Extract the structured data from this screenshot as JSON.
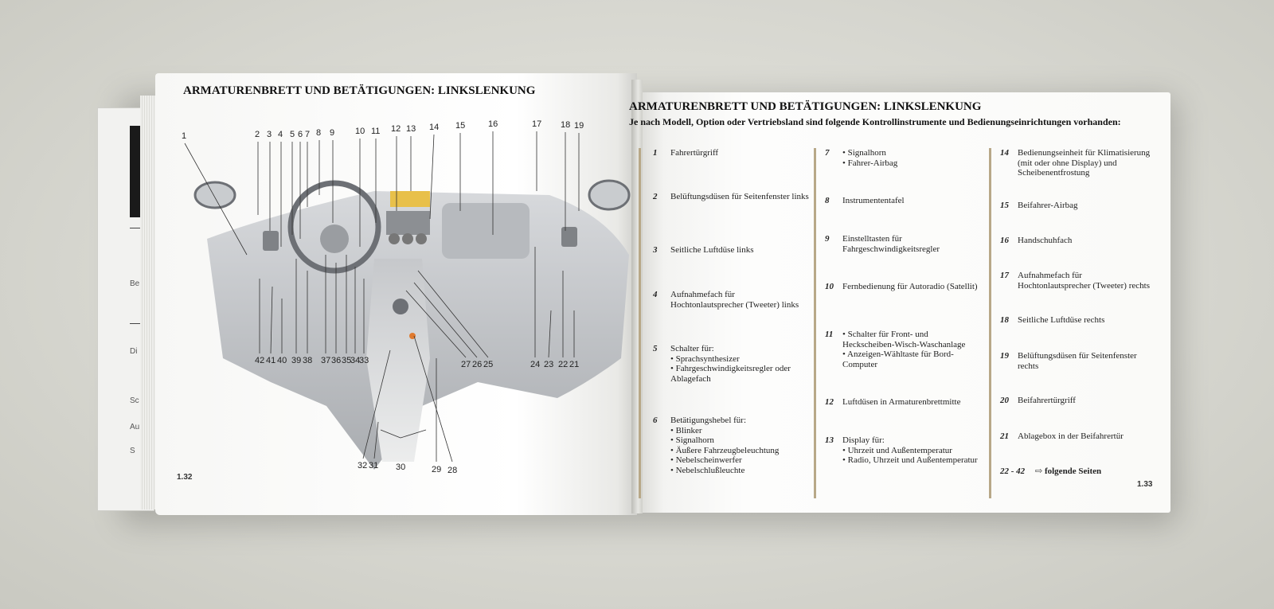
{
  "left_page": {
    "heading": "ARMATURENBRETT UND BETÄTIGUNGEN: LINKSLENKUNG",
    "page_number": "1.32",
    "top_callouts": [
      "1",
      "2",
      "3",
      "4",
      "5",
      "6",
      "7",
      "8",
      "9",
      "10",
      "11",
      "12",
      "13",
      "14",
      "15",
      "16",
      "17",
      "18",
      "19"
    ],
    "bottom_callouts": [
      "42",
      "41",
      "40",
      "39",
      "38",
      "37",
      "36",
      "35",
      "34",
      "33",
      "27",
      "26",
      "25",
      "24",
      "23",
      "22",
      "21"
    ],
    "lower_callouts": [
      "32",
      "31",
      "30",
      "29",
      "28"
    ]
  },
  "right_page": {
    "heading": "ARMATURENBRETT UND BETÄTIGUNGEN: LINKSLENKUNG",
    "subheading": "Je nach Modell, Option oder Vertriebsland sind folgende Kontrollinstrumente und Bedienungseinrichtungen vorhanden:",
    "page_number": "1.33",
    "column1": [
      {
        "num": "1",
        "lines": [
          "Fahrertürgriff"
        ]
      },
      {
        "num": "2",
        "lines": [
          "Belüftungsdüsen für Seitenfenster links"
        ]
      },
      {
        "num": "3",
        "lines": [
          "Seitliche Luftdüse links"
        ]
      },
      {
        "num": "4",
        "lines": [
          "Aufnahmefach für Hochtonlautsprecher (Tweeter) links"
        ]
      },
      {
        "num": "5",
        "lines": [
          "Schalter für:",
          "• Sprachsynthesizer",
          "• Fahrgeschwindigkeitsregler oder Ablagefach"
        ]
      },
      {
        "num": "6",
        "lines": [
          "Betätigungshebel für:",
          "• Blinker",
          "• Signalhorn",
          "• Äußere Fahrzeugbeleuchtung",
          "• Nebelscheinwerfer",
          "• Nebelschlußleuchte"
        ]
      }
    ],
    "column2": [
      {
        "num": "7",
        "lines": [
          "• Signalhorn",
          "• Fahrer-Airbag"
        ]
      },
      {
        "num": "8",
        "lines": [
          "Instrumententafel"
        ]
      },
      {
        "num": "9",
        "lines": [
          "Einstelltasten für Fahrgeschwindigkeitsregler"
        ]
      },
      {
        "num": "10",
        "lines": [
          "Fernbedienung für Autoradio (Satellit)"
        ]
      },
      {
        "num": "11",
        "lines": [
          "• Schalter für Front- und Heckscheiben-Wisch-Waschanlage",
          "• Anzeigen-Wähltaste für Bord-Computer"
        ]
      },
      {
        "num": "12",
        "lines": [
          "Luftdüsen in Armaturenbrettmitte"
        ]
      },
      {
        "num": "13",
        "lines": [
          "Display für:",
          "• Uhrzeit und Außentemperatur",
          "• Radio, Uhrzeit und Außentemperatur"
        ]
      }
    ],
    "column3": [
      {
        "num": "14",
        "lines": [
          "Bedienungseinheit für Klimatisierung (mit oder ohne Display) und Scheibenentfrostung"
        ]
      },
      {
        "num": "15",
        "lines": [
          "Beifahrer-Airbag"
        ]
      },
      {
        "num": "16",
        "lines": [
          "Handschuhfach"
        ]
      },
      {
        "num": "17",
        "lines": [
          "Aufnahmefach für Hochtonlautsprecher (Tweeter) rechts"
        ]
      },
      {
        "num": "18",
        "lines": [
          "Seitliche Luftdüse rechts"
        ]
      },
      {
        "num": "19",
        "lines": [
          "Belüftungsdüsen für Seitenfenster rechts"
        ]
      },
      {
        "num": "20",
        "lines": [
          "Beifahrertürgriff"
        ]
      },
      {
        "num": "21",
        "lines": [
          "Ablagebox in der Beifahrertür"
        ]
      },
      {
        "num": "22 - 42",
        "lines": [
          "⇨ folgende Seiten"
        ]
      }
    ]
  },
  "back_cover": {
    "fragments": [
      "Be",
      "Di",
      "Sc",
      "Au",
      "S"
    ]
  },
  "colors": {
    "rule": "#b8a888",
    "ink": "#222222",
    "paper": "#fdfdfc"
  }
}
